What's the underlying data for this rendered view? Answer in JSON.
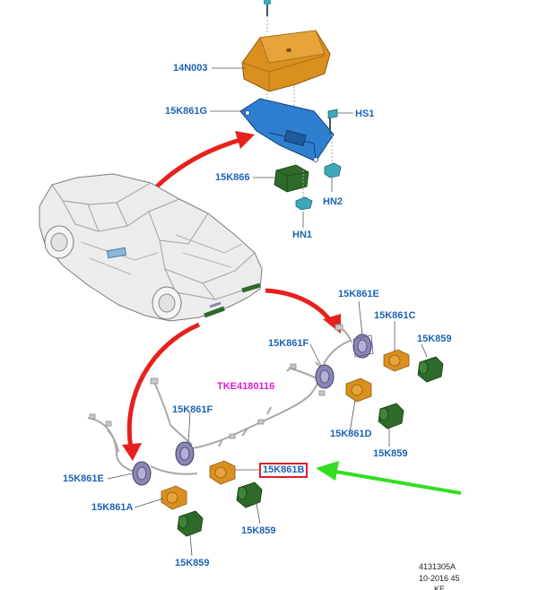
{
  "colors": {
    "label_blue": "#1e63b4",
    "label_magenta": "#e01fd0",
    "highlight_red": "#e0202a",
    "arrow_red": "#e8201d",
    "arrow_green": "#33dd22",
    "bracket_orange": "#d9901f",
    "bracket_plate_blue": "#2f7fd1",
    "sensor_green": "#2e6a2a",
    "sensor_housing": "#8a87b4"
  },
  "labels": {
    "module": "14N003",
    "bracket_g": "15K861G",
    "screw_hs1": "HS1",
    "module_small": "15K866",
    "hn2": "HN2",
    "hn1": "HN1",
    "e_right": "15K861E",
    "c_right": "15K861C",
    "f_right": "15K861F",
    "s859_right_top": "15K859",
    "harness": "TKE4180116",
    "d_right": "15K861D",
    "s859_right_bottom": "15K859",
    "f_left": "15K861F",
    "e_left": "15K861E",
    "b_highlight": "15K861B",
    "a_left": "15K861A",
    "s859_left_mid": "15K859",
    "s859_left_bottom": "15K859"
  },
  "footer": {
    "ref_number": "4131305A",
    "date_line": "10-2016 45",
    "code": "KE"
  }
}
